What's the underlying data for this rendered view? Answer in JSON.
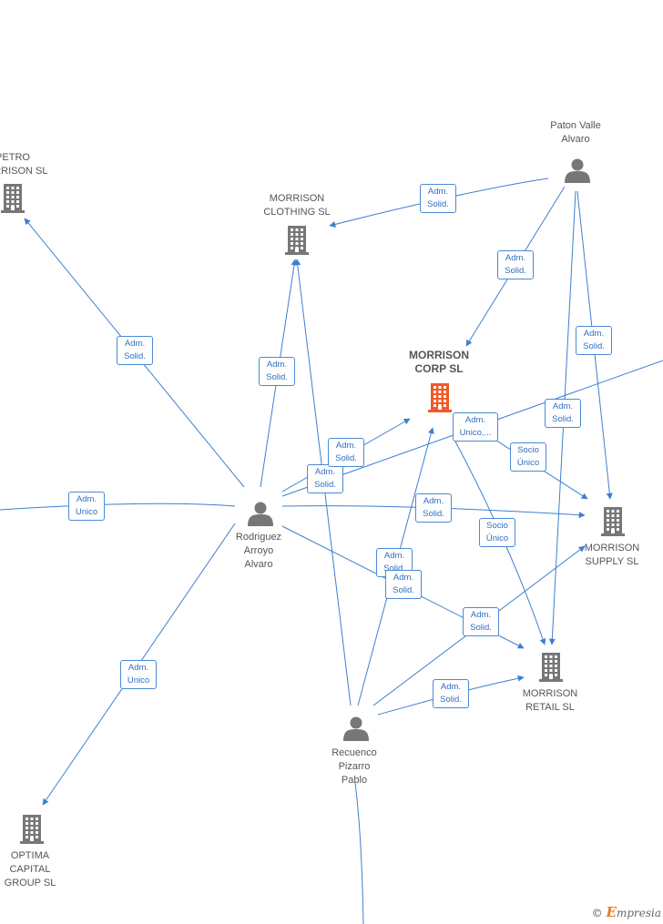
{
  "nodes": {
    "petro": {
      "lines": [
        "PETRO",
        "MORRISON SL"
      ],
      "type": "company"
    },
    "clothing": {
      "lines": [
        "MORRISON",
        "CLOTHING SL"
      ],
      "type": "company"
    },
    "paton": {
      "lines": [
        "Paton Valle",
        "Alvaro"
      ],
      "type": "person"
    },
    "corp": {
      "lines": [
        "MORRISON",
        "CORP SL"
      ],
      "type": "company-main"
    },
    "rodriguez": {
      "lines": [
        "Rodriguez",
        "Arroyo",
        "Alvaro"
      ],
      "type": "person"
    },
    "supply": {
      "lines": [
        "MORRISON",
        "SUPPLY SL"
      ],
      "type": "company"
    },
    "retail": {
      "lines": [
        "MORRISON",
        "RETAIL SL"
      ],
      "type": "company"
    },
    "recuenco": {
      "lines": [
        "Recuenco",
        "Pizarro",
        "Pablo"
      ],
      "type": "person"
    },
    "optima": {
      "lines": [
        "OPTIMA",
        "CAPITAL",
        "GROUP SL"
      ],
      "type": "company"
    }
  },
  "edge_labels": {
    "e1": [
      "Adm.",
      "Solid."
    ],
    "e2": [
      "Adm.",
      "Solid."
    ],
    "e3": [
      "Adm.",
      "Solid."
    ],
    "e4": [
      "Adm.",
      "Solid."
    ],
    "e5": [
      "Adm.",
      "Solid."
    ],
    "e6": [
      "Adm.",
      "Solid."
    ],
    "e7": [
      "Adm.",
      "Unico,..."
    ],
    "e8": [
      "Adm.",
      "Solid."
    ],
    "e9": [
      "Socio",
      "Único"
    ],
    "e10": [
      "Adm.",
      "Solid."
    ],
    "e11": [
      "Adm.",
      "Solid."
    ],
    "e12": [
      "Adm.",
      "Unico"
    ],
    "e13": [
      "Adm.",
      "Solid."
    ],
    "e14": [
      "Socio",
      "Único"
    ],
    "e15": [
      "Adm.",
      "Solid."
    ],
    "e16": [
      "Adm.",
      "Solid."
    ],
    "e17": [
      "Adm.",
      "Solid."
    ],
    "e18": [
      "Adm.",
      "Unico"
    ],
    "e19": [
      "Adm.",
      "Solid."
    ]
  },
  "colors": {
    "edge": "#3d7fd0",
    "company_icon": "#777777",
    "main_company_icon": "#f05a28",
    "person_icon": "#777777"
  },
  "brand": {
    "copyright": "©",
    "initial": "E",
    "rest": "mpresia"
  }
}
